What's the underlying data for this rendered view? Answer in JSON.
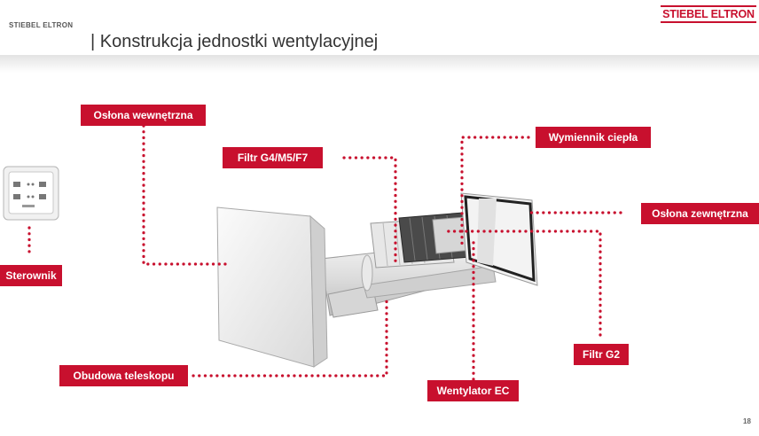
{
  "header": {
    "brand_small": "STIEBEL ELTRON",
    "title": "| Konstrukcja jednostki wentylacyjnej",
    "logo_text": "STIEBEL ELTRON"
  },
  "labels": {
    "oslona_wewnetrzna": "Osłona wewnętrzna",
    "filtr_g4": "Filtr G4/M5/F7",
    "wymiennik": "Wymiennik ciepła",
    "oslona_zewnetrzna": "Osłona zewnętrzna",
    "sterownik": "Sterownik",
    "filtr_g2": "Filtr G2",
    "obudowa": "Obudowa teleskopu",
    "wentylator": "Wentylator EC"
  },
  "footer": {
    "page_number": "18"
  },
  "colors": {
    "brand_red": "#c8102e",
    "label_text": "#ffffff",
    "title_text": "#333333"
  }
}
